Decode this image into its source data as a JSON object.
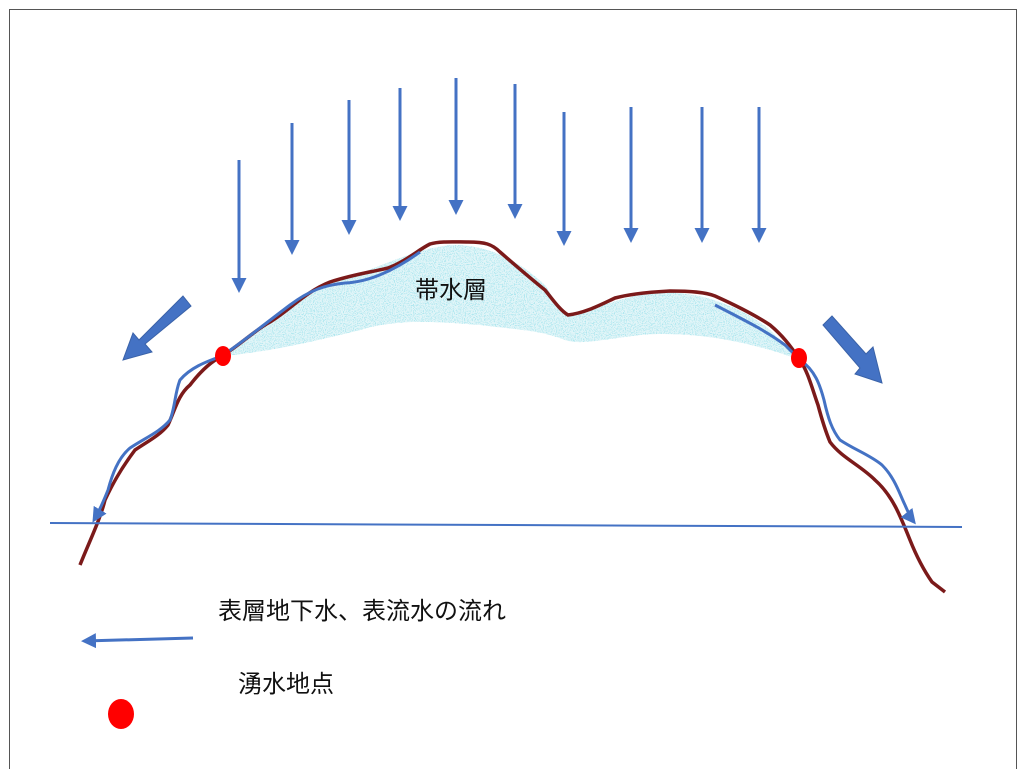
{
  "diagram": {
    "aquifer_label": "帯水層",
    "legend": {
      "flow_label": "表層地下水、表流水の流れ",
      "spring_label": "湧水地点"
    },
    "colors": {
      "rain_arrow": "#4472C4",
      "flow_line": "#4472C4",
      "ground_line": "#7B1A1A",
      "spring_point": "#FF0000",
      "aquifer_fill": "#7FD3E0",
      "water_level": "#4472C4"
    }
  }
}
